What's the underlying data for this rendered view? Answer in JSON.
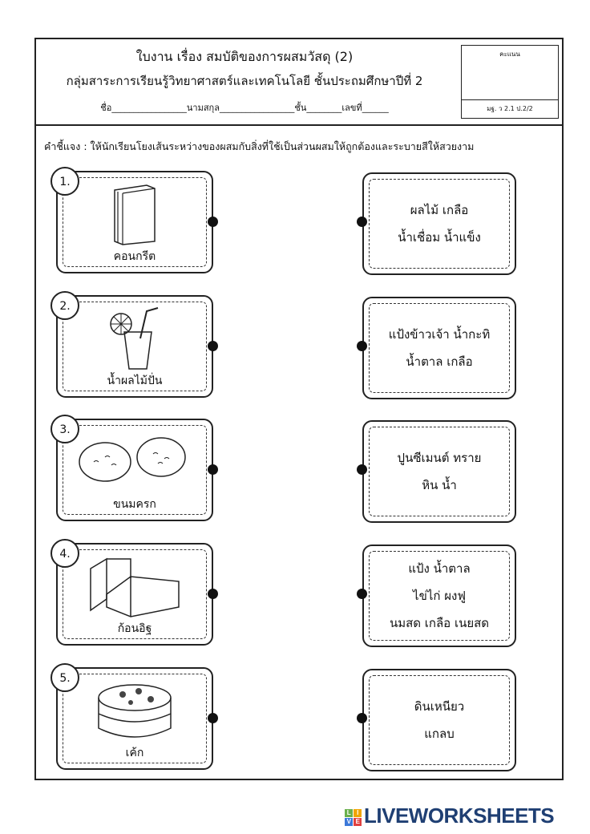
{
  "header": {
    "title": "ใบงาน เรื่อง สมบัติของการผสมวัสดุ (2)",
    "subtitle": "กลุ่มสาระการเรียนรู้วิทยาศาสตร์และเทคโนโลยี ชั้นประถมศึกษาปีที่ 2",
    "fields": "ชื่อ_________________นามสกุล_________________ชั้น________เลขที่______",
    "score_label": "คะแนน",
    "standard": "มฐ. ว 2.1 ป.2/2"
  },
  "instruction": "คำชี้แจง : ให้นักเรียนโยงเส้นระหว่างของผสมกับสิ่งที่ใช้เป็นส่วนผสมให้ถูกต้องและระบายสีให้สวยงาม",
  "left_items": [
    {
      "num": "1.",
      "label": "คอนกรีต",
      "icon": "concrete-block-icon"
    },
    {
      "num": "2.",
      "label": "น้ำผลไม้ปั่น",
      "icon": "smoothie-icon"
    },
    {
      "num": "3.",
      "label": "ขนมครก",
      "icon": "khanom-krok-icon"
    },
    {
      "num": "4.",
      "label": "ก้อนอิฐ",
      "icon": "brick-icon"
    },
    {
      "num": "5.",
      "label": "เค้ก",
      "icon": "cake-icon"
    }
  ],
  "right_items": [
    {
      "lines": [
        "ผลไม้ เกลือ",
        "น้ำเชื่อม น้ำแข็ง"
      ]
    },
    {
      "lines": [
        "แป้งข้าวเจ้า น้ำกะทิ",
        "น้ำตาล เกลือ"
      ]
    },
    {
      "lines": [
        "ปูนซีเมนต์ ทราย",
        "หิน  น้ำ"
      ]
    },
    {
      "lines": [
        "แป้ง น้ำตาล",
        "ไข่ไก่ ผงฟู",
        "นมสด เกลือ เนยสด"
      ]
    },
    {
      "lines": [
        "ดินเหนียว",
        "แกลบ"
      ]
    }
  ],
  "watermark": {
    "text": "LIVEWORKSHEETS",
    "letters": [
      "L",
      "I",
      "V",
      "E"
    ]
  }
}
